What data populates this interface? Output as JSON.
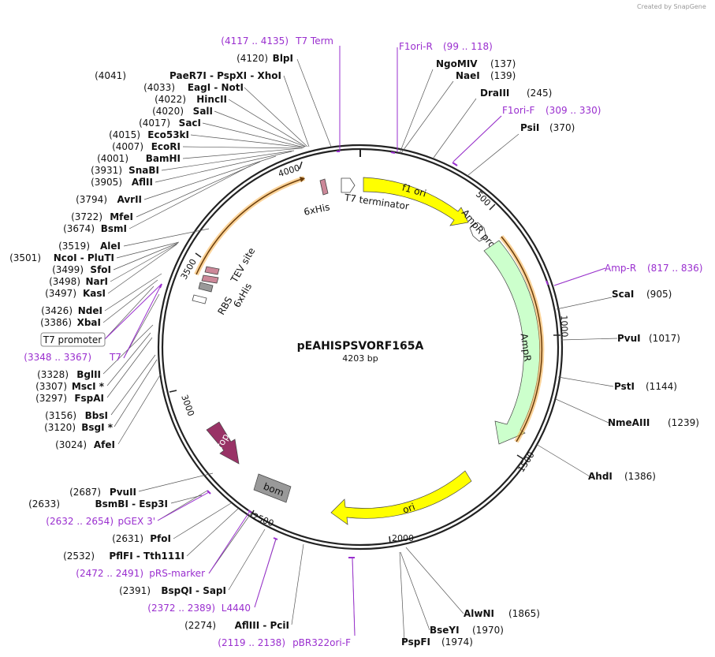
{
  "credit": "Created by SnapGene",
  "plasmid": {
    "name": "pEAHISPSVORF165A",
    "length": "4203 bp"
  },
  "ticks": [
    "4000",
    "500",
    "1000",
    "1500",
    "2000",
    "2500",
    "3000",
    "3500"
  ],
  "enzymes": {
    "blpi": {
      "pos": "(4120)",
      "name": "BlpI"
    },
    "paer7i": {
      "pos": "(4041)",
      "name": "PaeR7I  -  PspXI  -  XhoI"
    },
    "eagi": {
      "pos": "(4033)",
      "name": "EagI  -  NotI"
    },
    "hincii": {
      "pos": "(4022)",
      "name": "HincII"
    },
    "sali": {
      "pos": "(4020)",
      "name": "SalI"
    },
    "saci": {
      "pos": "(4017)",
      "name": "SacI"
    },
    "eco53ki": {
      "pos": "(4015)",
      "name": "Eco53kI"
    },
    "ecori": {
      "pos": "(4007)",
      "name": "EcoRI"
    },
    "bamhi": {
      "pos": "(4001)",
      "name": "BamHI"
    },
    "snabi": {
      "pos": "(3931)",
      "name": "SnaBI"
    },
    "afiii": {
      "pos": "(3905)",
      "name": "AflII"
    },
    "avrii": {
      "pos": "(3794)",
      "name": "AvrII"
    },
    "mfei": {
      "pos": "(3722)",
      "name": "MfeI"
    },
    "bsmi": {
      "pos": "(3674)",
      "name": "BsmI"
    },
    "alei": {
      "pos": "(3519)",
      "name": "AleI"
    },
    "ncoi": {
      "pos": "(3501)",
      "name": "NcoI  -  PluTI"
    },
    "sfoi": {
      "pos": "(3499)",
      "name": "SfoI"
    },
    "nari": {
      "pos": "(3498)",
      "name": "NarI"
    },
    "kasi": {
      "pos": "(3497)",
      "name": "KasI"
    },
    "ndei": {
      "pos": "(3426)",
      "name": "NdeI"
    },
    "xbai": {
      "pos": "(3386)",
      "name": "XbaI"
    },
    "bglii": {
      "pos": "(3328)",
      "name": "BglII"
    },
    "msci": {
      "pos": "(3307)",
      "name": "MscI *"
    },
    "fspai": {
      "pos": "(3297)",
      "name": "FspAI"
    },
    "bbsi": {
      "pos": "(3156)",
      "name": "BbsI"
    },
    "bsgi": {
      "pos": "(3120)",
      "name": "BsgI *"
    },
    "afei": {
      "pos": "(3024)",
      "name": "AfeI"
    },
    "pvuii": {
      "pos": "(2687)",
      "name": "PvuII"
    },
    "bsmbi": {
      "pos": "(2633)",
      "name": "BsmBI  -  Esp3I"
    },
    "pfoi": {
      "pos": "(2631)",
      "name": "PfoI"
    },
    "pflfi": {
      "pos": "(2532)",
      "name": "PflFI  -  Tth111I"
    },
    "bspqi": {
      "pos": "(2391)",
      "name": "BspQI  -  SapI"
    },
    "aflIII": {
      "pos": "(2274)",
      "name": "AflIII  -  PciI"
    },
    "ngomiv": {
      "pos": "(137)",
      "name": "NgoMIV"
    },
    "naei": {
      "pos": "(139)",
      "name": "NaeI"
    },
    "draiii": {
      "pos": "(245)",
      "name": "DraIII"
    },
    "psii": {
      "pos": "(370)",
      "name": "PsiI"
    },
    "scai": {
      "pos": "(905)",
      "name": "ScaI"
    },
    "pvui": {
      "pos": "(1017)",
      "name": "PvuI"
    },
    "psti": {
      "pos": "(1144)",
      "name": "PstI"
    },
    "nmeaiii": {
      "pos": "(1239)",
      "name": "NmeAIII"
    },
    "ahdi": {
      "pos": "(1386)",
      "name": "AhdI"
    },
    "alwni": {
      "pos": "(1865)",
      "name": "AlwNI"
    },
    "bseyi": {
      "pos": "(1970)",
      "name": "BseYI"
    },
    "pspfi": {
      "pos": "(1974)",
      "name": "PspFI"
    }
  },
  "primers": {
    "t7term": {
      "pos": "(4117 .. 4135)",
      "name": "T7 Term"
    },
    "f1orir": {
      "pos": "(99 .. 118)",
      "name": "F1ori-R"
    },
    "f1orif": {
      "pos": "(309 .. 330)",
      "name": "F1ori-F"
    },
    "ampr": {
      "pos": "(817 .. 836)",
      "name": "Amp-R"
    },
    "t7": {
      "pos": "(3348 .. 3367)",
      "name": "T7"
    },
    "pgex3": {
      "pos": "(2632 .. 2654)",
      "name": "pGEX 3'"
    },
    "prsmarker": {
      "pos": "(2472 .. 2491)",
      "name": "pRS-marker"
    },
    "l4440": {
      "pos": "(2372 .. 2389)",
      "name": "L4440"
    },
    "pbr322": {
      "pos": "(2119 .. 2138)",
      "name": "pBR322ori-F"
    }
  },
  "t7promoter_box": "T7 promoter",
  "features": {
    "f1ori": "f1 ori",
    "t7terminator": "T7 terminator",
    "his1": "6xHis",
    "amprpromoter": "AmpR promoter",
    "ampr": "AmpR",
    "ori": "ori",
    "rop": "rop",
    "bom": "bom",
    "tev": "TEV site",
    "his2": "6xHis",
    "rbs": "RBS"
  },
  "colors": {
    "primer": "#9a2fcf",
    "f1ori": "#ffff00",
    "ampr": "#ccffcc",
    "rop": "#993366",
    "bom": "#999999",
    "his": "#cc8899",
    "orf": "#f7a833"
  }
}
